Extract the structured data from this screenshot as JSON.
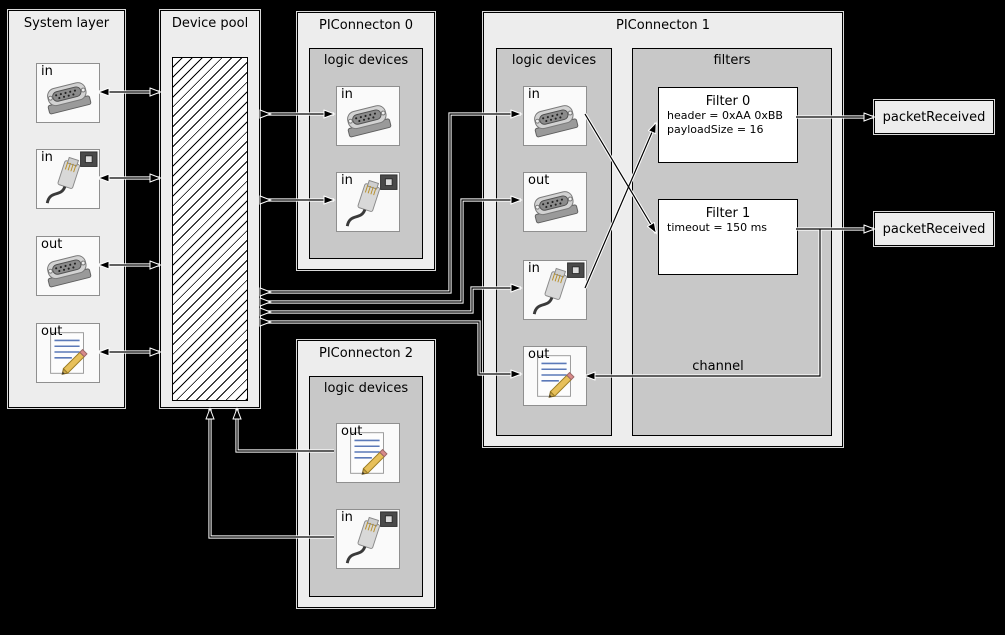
{
  "system_layer": {
    "title": "System layer",
    "devices": [
      {
        "label": "in",
        "icon": "serial-connector"
      },
      {
        "label": "in",
        "icon": "ethernet-connector"
      },
      {
        "label": "out",
        "icon": "serial-connector"
      },
      {
        "label": "out",
        "icon": "notes-document"
      }
    ]
  },
  "device_pool": {
    "title": "Device pool"
  },
  "piconnecton0": {
    "title": "PIConnecton 0",
    "logic_devices_title": "logic devices",
    "devices": [
      {
        "label": "in",
        "icon": "serial-connector"
      },
      {
        "label": "in",
        "icon": "ethernet-connector"
      }
    ]
  },
  "piconnecton1": {
    "title": "PIConnecton 1",
    "logic_devices_title": "logic devices",
    "filters_title": "filters",
    "channel_label": "channel",
    "devices": [
      {
        "label": "in",
        "icon": "serial-connector"
      },
      {
        "label": "out",
        "icon": "serial-connector"
      },
      {
        "label": "in",
        "icon": "ethernet-connector"
      },
      {
        "label": "out",
        "icon": "notes-document"
      }
    ],
    "filters": [
      {
        "title": "Filter 0",
        "lines": [
          "header = 0xAA 0xBB",
          "payloadSize = 16"
        ]
      },
      {
        "title": "Filter 1",
        "lines": [
          "timeout = 150 ms"
        ]
      }
    ]
  },
  "piconnecton2": {
    "title": "PIConnecton 2",
    "logic_devices_title": "logic devices",
    "devices": [
      {
        "label": "out",
        "icon": "notes-document"
      },
      {
        "label": "in",
        "icon": "ethernet-connector"
      }
    ]
  },
  "events": [
    {
      "label": "packetReceived"
    },
    {
      "label": "packetReceived"
    }
  ],
  "colors": {
    "background": "#000000",
    "panel": "#ededed",
    "inner_panel": "#c8c8c8",
    "border": "#000000",
    "wire_casing": "#ffffff"
  }
}
